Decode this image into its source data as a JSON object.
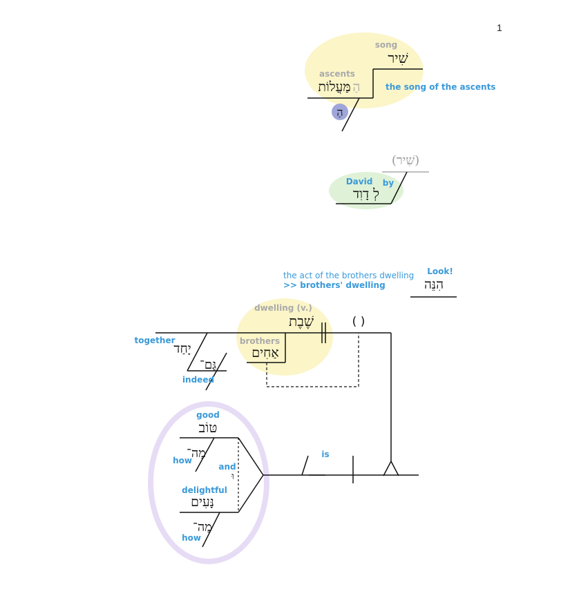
{
  "page": {
    "number": "1"
  },
  "colors": {
    "gloss_blue": "#3a9ad9",
    "gloss_grey": "#aaaaaa",
    "highlight_yellow": "#fbf5c8",
    "highlight_green": "#dff2d8",
    "highlight_purple": "#e7dcf5",
    "article_circle": "#9fa6d9",
    "line": "#111111",
    "implied_grey": "#999999"
  },
  "clause1": {
    "song_gloss": "song",
    "song_hebrew": "שִׁיר",
    "ascents_gloss": "ascents",
    "ascents_hebrew": "מַּעֲלוֹת",
    "article_faded": "הַ",
    "article_circled": "הַ",
    "phrase_gloss": "the song of the ascents"
  },
  "clause2": {
    "implied_hebrew": "(שִׁיר)",
    "david_gloss": "David",
    "by_gloss": "by",
    "david_hebrew": "לְ דָוִד"
  },
  "clause3": {
    "infinitive_note_1": "the act of the brothers dwelling",
    "infinitive_note_2": ">> brothers' dwelling",
    "look_gloss": "Look!",
    "hinneh_hebrew": "הִנֵּה",
    "dwelling_gloss": "dwelling (v.)",
    "dwelling_hebrew": "שֶׁבֶת",
    "empty_slot": "( )",
    "brothers_gloss": "brothers",
    "brothers_hebrew": "אַחִים",
    "together_gloss": "together",
    "together_hebrew": "יָחַד",
    "gam_hebrew": "גַּם־",
    "indeed_gloss": "indeed",
    "good_gloss": "good",
    "good_hebrew": "טּוֹב",
    "mah1_hebrew": "מַה־",
    "how1_gloss": "how",
    "and_gloss": "and",
    "vav_hebrew": "וּ",
    "delightful_gloss": "delightful",
    "delightful_hebrew": "נָּעִים",
    "mah2_hebrew": "מַה־",
    "how2_gloss": "how",
    "is_gloss": "is"
  }
}
